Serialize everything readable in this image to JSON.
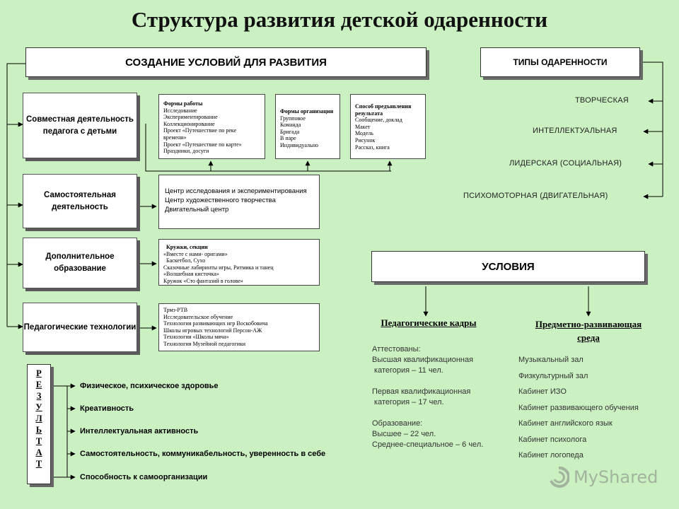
{
  "title": "Структура развития детской одаренности",
  "headers": {
    "conditions_creation": "СОЗДАНИЕ УСЛОВИЙ ДЛЯ РАЗВИТИЯ",
    "giftedness_types": "ТИПЫ ОДАРЕННОСТИ",
    "conditions": "УСЛОВИЯ"
  },
  "left_blocks": [
    {
      "label": "Совместная деятельность педагога с детьми"
    },
    {
      "label": "Самостоятельная деятельность"
    },
    {
      "label": "Дополнительное образование"
    },
    {
      "label": "Педагогические технологии"
    }
  ],
  "forms_work": {
    "heading": "Формы работы",
    "lines": [
      "Исследование",
      "Экспериментирование",
      "Коллекционирование",
      "Проект «Путешествие по реке времени»",
      "Проект «Путешествие по карте»",
      "Праздники, досуги"
    ]
  },
  "forms_org": {
    "heading": "Формы организации",
    "lines": [
      "Групповое",
      "Команда",
      "Бригада",
      "В паре",
      "Индивидуально"
    ]
  },
  "result_presentation": {
    "heading": "Способ предъявления результата",
    "lines": [
      "Сообщение, доклад",
      "Макет",
      "Модель",
      "Рисунок",
      "Рассказ, книга"
    ]
  },
  "centers": {
    "lines": [
      "Центр исследования и экспериментирования",
      "Центр художественного творчества",
      "Двигательный центр"
    ]
  },
  "circles": {
    "heading": "Кружки, секции",
    "lines": [
      "«Вместе с нами- оригами»",
      "Баскетбол,  Сухо",
      "Сказочные лабиринты игры, Ритмика и танец",
      "«Волшебная кисточка»",
      "Кружок «Сто фантазий в голове»"
    ]
  },
  "technologies": {
    "lines": [
      "Трмз-РТВ",
      "Исследовательское обучение",
      "Технология развивающих игр Воскобовича",
      "Школы игровых технологий Персон-АЖ",
      "Технология «Школы мяча»",
      "Технология Музейной педагогики"
    ]
  },
  "giftedness_types": [
    "ТВОРЧЕСКАЯ",
    "ИНТЕЛЛЕКТУАЛЬНАЯ",
    "ЛИДЕРСКАЯ (СОЦИАЛЬНАЯ)",
    "ПСИХОМОТОРНАЯ  (ДВИГАТЕЛЬНАЯ)"
  ],
  "staff": {
    "heading": "Педагогические кадры",
    "lines": [
      "Аттестованы:",
      "Высшая квалификационная",
      " категория – 11 чел.",
      "",
      "Первая квалификационная",
      " категория – 17 чел.",
      "",
      "Образование:",
      "Высшее – 22 чел.",
      "Среднее-специальное – 6 чел."
    ]
  },
  "environment": {
    "heading_line1": "Предметно-развивающая",
    "heading_line2": "среда",
    "rooms": [
      "Музыкальный зал",
      "Физкультурный зал",
      "Кабинет ИЗО",
      "Кабинет развивающего обучения",
      "Кабинет английского язык",
      "Кабинет психолога",
      "Кабинет логопеда"
    ]
  },
  "result": {
    "letters": [
      "Р",
      "Е",
      "З",
      "У",
      "Л",
      "Ь",
      "Т",
      "А",
      "Т"
    ],
    "items": [
      "Физическое, психическое здоровье",
      "Креативность",
      "Интеллектуальная активность",
      "Самостоятельность, коммуникабельность, уверенность в себе",
      "Способность к самоорганизации"
    ]
  },
  "watermark": "MyShared"
}
